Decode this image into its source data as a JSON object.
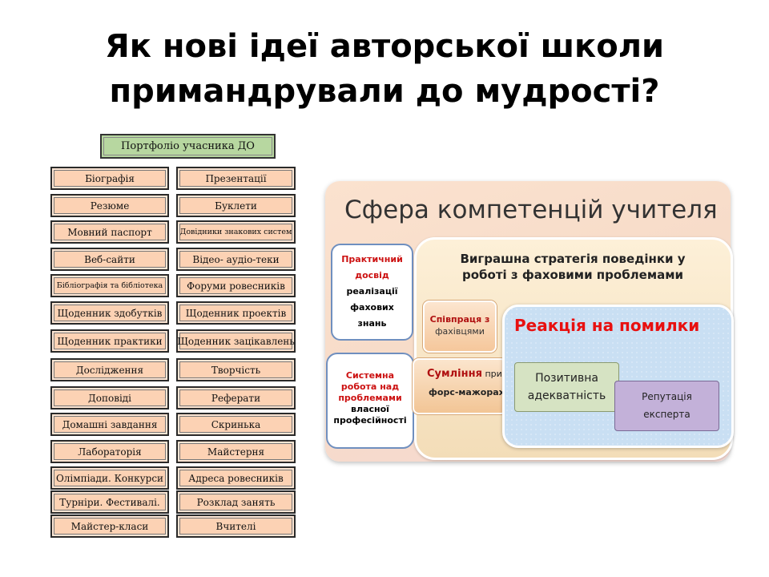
{
  "slide": {
    "title_line1": "Як нові ідеї авторської школи",
    "title_line2": "примандрували до мудрості?"
  },
  "portfolio": {
    "header": "Портфоліо  учасника ДО",
    "left": [
      "Біографія",
      "Резюме",
      "Мовний паспорт",
      "Веб-сайти",
      "Бібліографія та бібліотека",
      "Щоденник здобутків",
      "Щоденник  практики",
      "Дослідження",
      "Доповіді",
      "Домашні завдання",
      "Лабораторія",
      "Олімпіади. Конкурси",
      "Турніри. Фестивалі.",
      "Майстер-класи"
    ],
    "right": [
      "Презентації",
      "Буклети",
      "Довідники знакових систем",
      "Відео- аудіо-теки",
      "Форуми ровесників",
      "Щоденник проектів",
      "Щоденник зацікавлень",
      "Творчість",
      "Реферати",
      "Скринька",
      "Майстерня",
      "Адреса ровесників",
      "Розклад занять",
      "Вчителі"
    ]
  },
  "competence": {
    "title": "Сфера  компетенцій учителя",
    "strategy_line1": "Виграшна стратегія поведінки у",
    "strategy_line2": "роботі з фаховими проблемами",
    "practice_red1": "Практичний",
    "practice_red2": "досвід",
    "practice_l3": "реалізації",
    "practice_l4": "фахових",
    "practice_l5": "знань",
    "system_red1": "Системна",
    "system_red2": "робота  над",
    "system_red3": "проблемами",
    "system_l4": "власної",
    "system_l5": "професійності",
    "coop_red": "Співпраця з",
    "coop_l2": "фахівцями",
    "conscience_red": "Сумління",
    "conscience_small": "при",
    "conscience_l2": "форс-мажорах",
    "reaction": "Реакція на помилки",
    "positive_l1": "Позитивна",
    "positive_l2": "адекватність",
    "reputation_l1": "Репутація",
    "reputation_l2": "експерта"
  }
}
